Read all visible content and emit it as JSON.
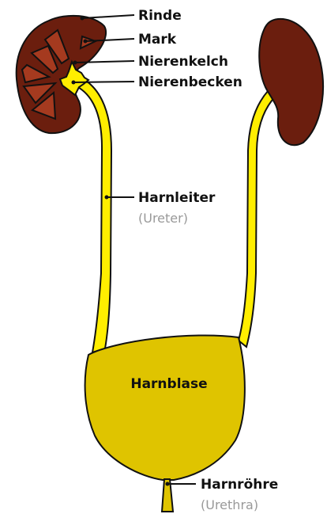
{
  "labels": {
    "rinde": "Rinde",
    "mark": "Mark",
    "nierenkelch": "Nierenkelch",
    "nierenbecken": "Nierenbecken",
    "harnleiter": "Harnleiter",
    "harnleiter_latin": "(Ureter)",
    "harnblase": "Harnblase",
    "harnroehre": "Harnröhre",
    "harnroehre_latin": "(Urethra)"
  },
  "colors": {
    "kidney": "#6b1e0e",
    "medulla": "#a53a1f",
    "ureter": "#ffee00",
    "bladder": "#dfc400",
    "latin_text": "#999999",
    "outline": "#111111"
  }
}
